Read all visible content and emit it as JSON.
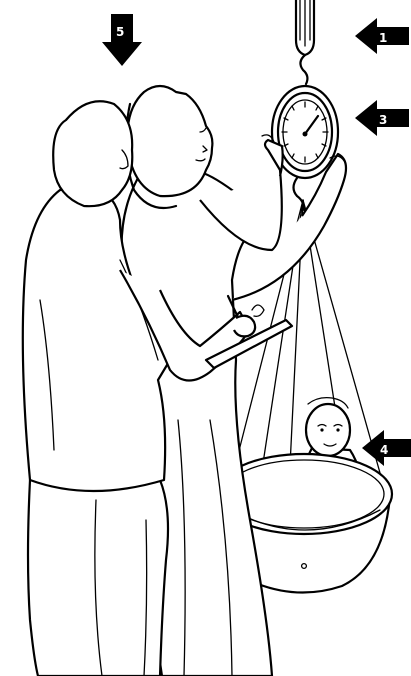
{
  "markers": [
    {
      "label": "1",
      "direction": "left"
    },
    {
      "label": "3",
      "direction": "left"
    },
    {
      "label": "4",
      "direction": "left"
    },
    {
      "label": "5",
      "direction": "down"
    }
  ],
  "colors": {
    "ink": "#000000",
    "paper": "#ffffff"
  }
}
